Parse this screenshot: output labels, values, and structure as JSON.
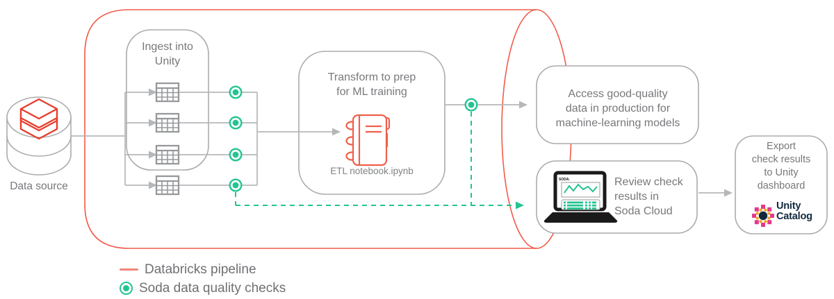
{
  "diagram": {
    "data_source": {
      "label": "Data source"
    },
    "ingest_box": {
      "title": "Ingest into\nUnity"
    },
    "transform_box": {
      "title": "Transform to prep\nfor ML training",
      "caption": "ETL notebook.ipynb"
    },
    "access_box": {
      "title": "Access good-quality\ndata in production for\nmachine-learning models"
    },
    "soda_box": {
      "title": "Review check\nresults in\nSoda Cloud",
      "laptop_brand": "SODA."
    },
    "export_box": {
      "title": "Export\ncheck results\nto Unity\ndashboard",
      "logo_text": "Unity\nCatalog"
    }
  },
  "legend": {
    "items": [
      {
        "symbol": "red-line",
        "label": "Databricks pipeline"
      },
      {
        "symbol": "green-dot",
        "label": "Soda data quality checks"
      }
    ]
  },
  "colors": {
    "pipeline_red": "#f15b4a",
    "legend_red": "#f0857a",
    "soda_green": "#23c492",
    "databricks_red": "#e73d2d",
    "notebook_red": "#ef5f49",
    "unity_navy": "#11293e",
    "unity_pink": "#e23a8e",
    "unity_orange": "#f5a623",
    "line_gray": "#b5b7b9",
    "text_gray": "#77787b"
  }
}
